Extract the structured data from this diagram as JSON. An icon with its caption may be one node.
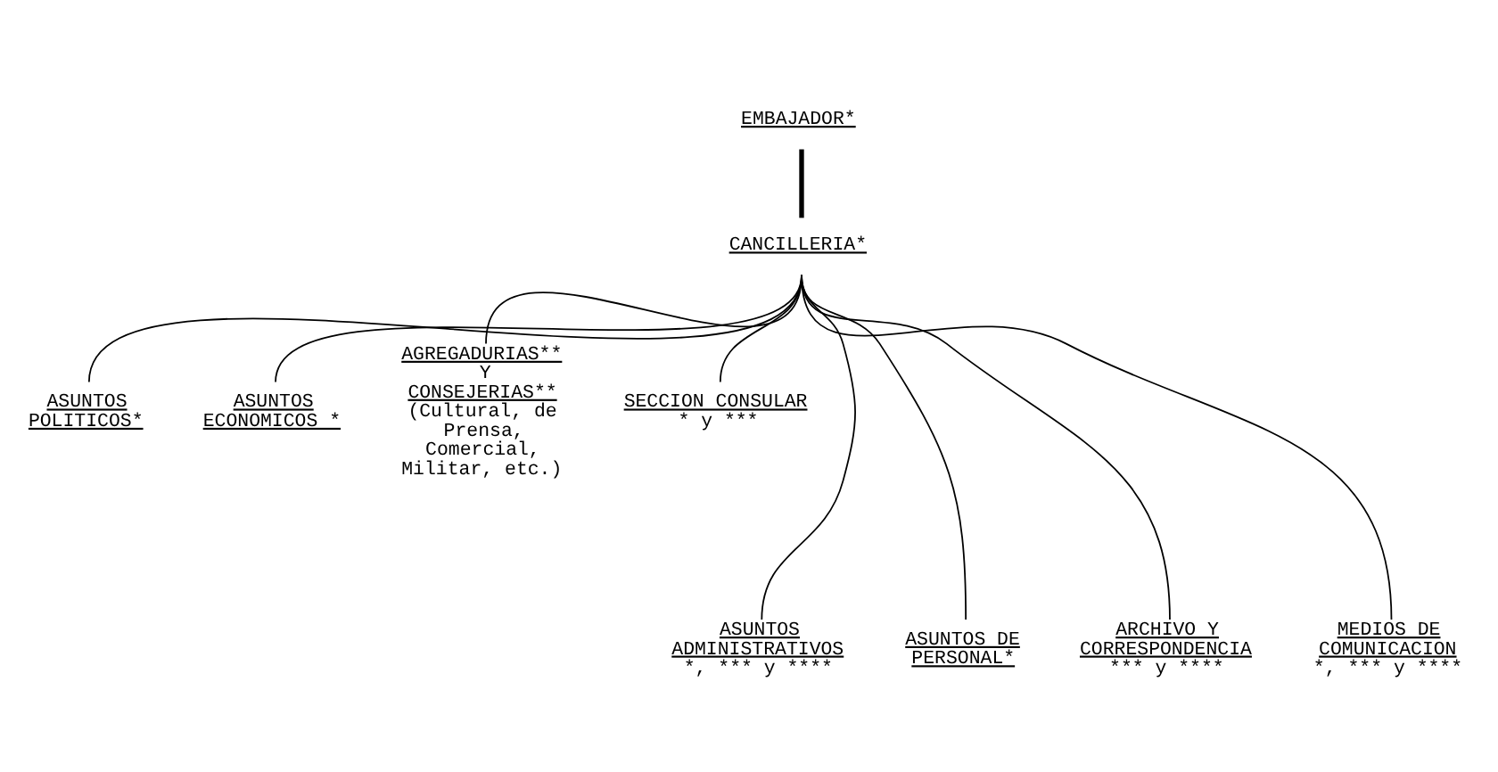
{
  "diagram": {
    "nodes": [
      {
        "text": [
          "EMBAJADOR*"
        ]
      },
      {
        "text": [
          "CANCILLERIA*"
        ]
      },
      {
        "text": [
          "ASUNTOS POLITICOS*"
        ]
      },
      {
        "text": [
          "ASUNTOS ECONOMICOS *"
        ]
      },
      {
        "text": [
          "AGREGADURIAS**",
          "Y",
          "CONSEJERIAS**",
          "(Cultural, de Prensa, Comercial, Militar, etc.)"
        ]
      },
      {
        "text": [
          "SECCION CONSULAR",
          "* y ***"
        ]
      },
      {
        "text": [
          "ASUNTOS ADMINISTRATIVOS",
          "*, *** y ****"
        ]
      },
      {
        "text": [
          "ASUNTOS DE PERSONAL*"
        ]
      },
      {
        "text": [
          "ARCHIVO Y CORRESPONDENCIA",
          "*** y ****"
        ]
      },
      {
        "text": [
          "MEDIOS DE COMUNICACION",
          "*, *** y ****"
        ]
      }
    ],
    "edges": [
      {
        "from": 0,
        "to": 1,
        "arrow": "none",
        "style": "thick"
      },
      {
        "from": 1,
        "to": 2,
        "arrow": "none"
      },
      {
        "from": 1,
        "to": 3,
        "arrow": "none"
      },
      {
        "from": 1,
        "to": 4,
        "arrow": "none"
      },
      {
        "from": 1,
        "to": 5,
        "arrow": "none"
      },
      {
        "from": 1,
        "to": 6,
        "arrow": "none"
      },
      {
        "from": 1,
        "to": 7,
        "arrow": "none"
      },
      {
        "from": 1,
        "to": 8,
        "arrow": "none"
      },
      {
        "from": 1,
        "to": 9,
        "arrow": "none"
      }
    ]
  }
}
